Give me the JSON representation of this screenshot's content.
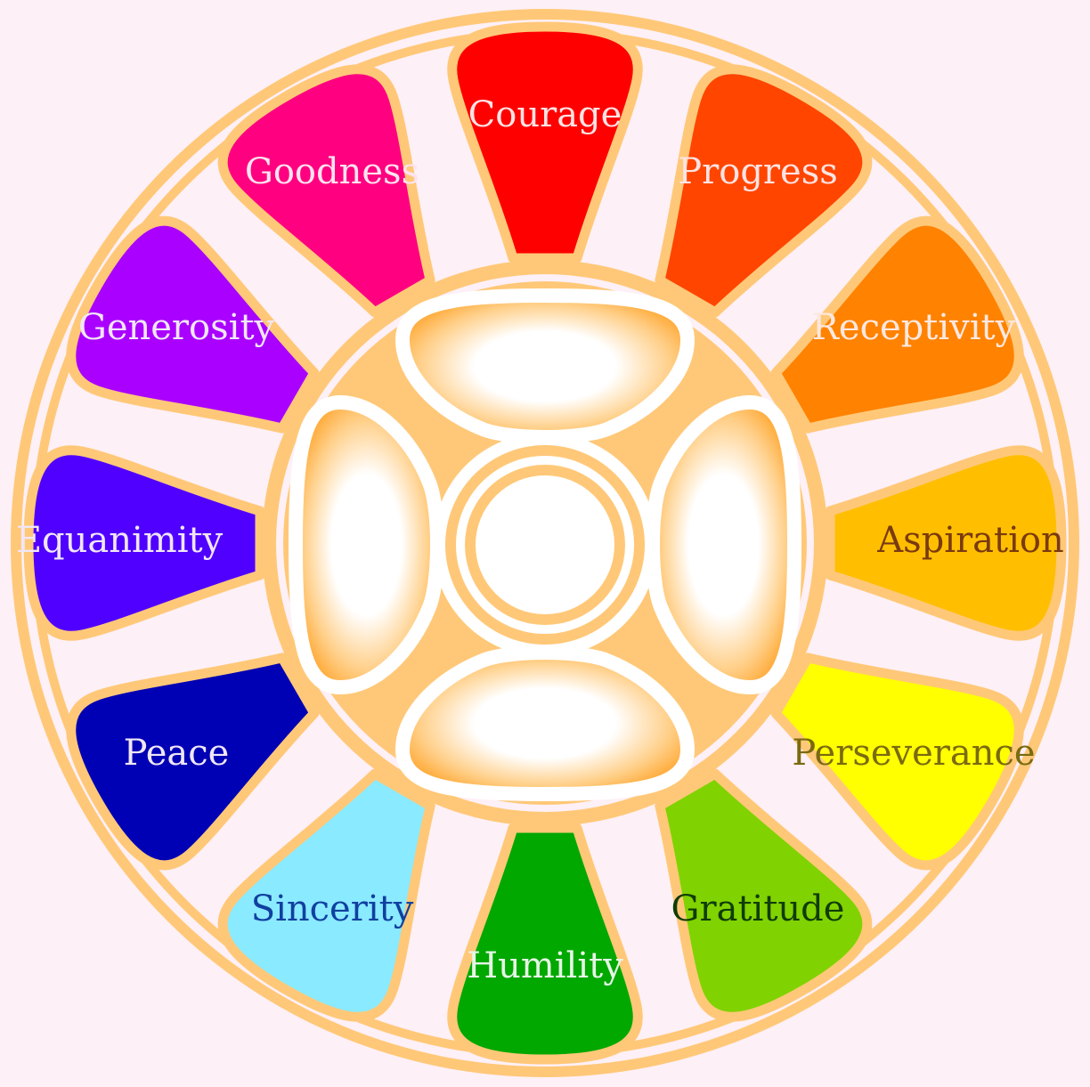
{
  "background": "#fdf0f6",
  "frame_color": "#ffc878",
  "inner_glow_color": "#ffaa3a",
  "petals": [
    {
      "label": "Courage",
      "color": "#ff0000",
      "text_color": "#fde3e3"
    },
    {
      "label": "Progress",
      "color": "#ff4500",
      "text_color": "#fde3e3"
    },
    {
      "label": "Receptivity",
      "color": "#ff8200",
      "text_color": "#fde8e0"
    },
    {
      "label": "Aspiration",
      "color": "#ffbf00",
      "text_color": "#7a3a10"
    },
    {
      "label": "Perseverance",
      "color": "#ffff00",
      "text_color": "#7a6a10"
    },
    {
      "label": "Gratitude",
      "color": "#80d300",
      "text_color": "#103c08"
    },
    {
      "label": "Humility",
      "color": "#00a800",
      "text_color": "#e6f5e6"
    },
    {
      "label": "Sincerity",
      "color": "#8aeaff",
      "text_color": "#1040a0"
    },
    {
      "label": "Peace",
      "color": "#0000b4",
      "text_color": "#f0e6f6"
    },
    {
      "label": "Equanimity",
      "color": "#5000ff",
      "text_color": "#f0e6f6"
    },
    {
      "label": "Generosity",
      "color": "#aa00ff",
      "text_color": "#f0e6f6"
    },
    {
      "label": "Goodness",
      "color": "#ff0080",
      "text_color": "#fde3ef"
    }
  ]
}
